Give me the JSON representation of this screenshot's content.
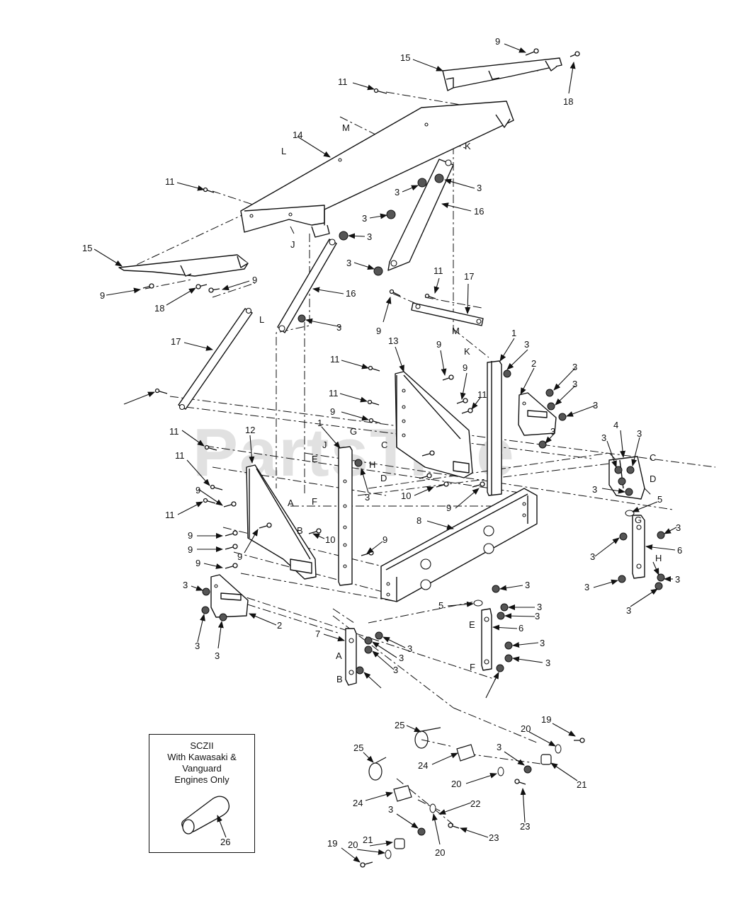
{
  "watermark": "PartsTree",
  "inset": {
    "caption_lines": [
      "SCZII",
      "With Kawasaki &",
      "Vanguard",
      "Engines Only"
    ],
    "part_number": "26"
  },
  "callouts": [
    {
      "id": "c1",
      "text": "9"
    },
    {
      "id": "c2",
      "text": "15"
    },
    {
      "id": "c3",
      "text": "18"
    },
    {
      "id": "c4",
      "text": "11"
    },
    {
      "id": "c5",
      "text": "M"
    },
    {
      "id": "c6",
      "text": "14"
    },
    {
      "id": "c7",
      "text": "L"
    },
    {
      "id": "c8",
      "text": "K"
    },
    {
      "id": "c9",
      "text": "11"
    },
    {
      "id": "c10",
      "text": "3"
    },
    {
      "id": "c11",
      "text": "3"
    },
    {
      "id": "c12",
      "text": "16"
    },
    {
      "id": "c13",
      "text": "3"
    },
    {
      "id": "c14",
      "text": "J"
    },
    {
      "id": "c15",
      "text": "3"
    },
    {
      "id": "c16",
      "text": "15"
    },
    {
      "id": "c17",
      "text": "3"
    },
    {
      "id": "c18",
      "text": "9"
    },
    {
      "id": "c19",
      "text": "18"
    },
    {
      "id": "c20",
      "text": "9"
    },
    {
      "id": "c21",
      "text": "16"
    },
    {
      "id": "c22",
      "text": "11"
    },
    {
      "id": "c23",
      "text": "17"
    },
    {
      "id": "c24",
      "text": "L"
    },
    {
      "id": "c25",
      "text": "3"
    },
    {
      "id": "c26",
      "text": "9"
    },
    {
      "id": "c27",
      "text": "M"
    },
    {
      "id": "c28",
      "text": "17"
    },
    {
      "id": "c29",
      "text": "11"
    },
    {
      "id": "c30",
      "text": "13"
    },
    {
      "id": "c31",
      "text": "9"
    },
    {
      "id": "c32",
      "text": "K"
    },
    {
      "id": "c33",
      "text": "1"
    },
    {
      "id": "c34",
      "text": "3"
    },
    {
      "id": "c35",
      "text": "2"
    },
    {
      "id": "c36",
      "text": "3"
    },
    {
      "id": "c37",
      "text": "3"
    },
    {
      "id": "c38",
      "text": "3"
    },
    {
      "id": "c39",
      "text": "11"
    },
    {
      "id": "c40",
      "text": "9"
    },
    {
      "id": "c41",
      "text": "9"
    },
    {
      "id": "c42",
      "text": "11"
    },
    {
      "id": "c43",
      "text": "G"
    },
    {
      "id": "c44",
      "text": "11"
    },
    {
      "id": "c45",
      "text": "1"
    },
    {
      "id": "c46",
      "text": "12"
    },
    {
      "id": "c47",
      "text": "C"
    },
    {
      "id": "c48",
      "text": "J"
    },
    {
      "id": "c49",
      "text": "3"
    },
    {
      "id": "c50",
      "text": "11"
    },
    {
      "id": "c51",
      "text": "H"
    },
    {
      "id": "c52",
      "text": "E"
    },
    {
      "id": "c53",
      "text": "4"
    },
    {
      "id": "c54",
      "text": "3"
    },
    {
      "id": "c55",
      "text": "3"
    },
    {
      "id": "c56",
      "text": "C"
    },
    {
      "id": "c57",
      "text": "D"
    },
    {
      "id": "c58",
      "text": "D"
    },
    {
      "id": "c59",
      "text": "9"
    },
    {
      "id": "c60",
      "text": "3"
    },
    {
      "id": "c61",
      "text": "10"
    },
    {
      "id": "c62",
      "text": "3"
    },
    {
      "id": "c63",
      "text": "5"
    },
    {
      "id": "c64",
      "text": "11"
    },
    {
      "id": "c65",
      "text": "A"
    },
    {
      "id": "c66",
      "text": "F"
    },
    {
      "id": "c67",
      "text": "9"
    },
    {
      "id": "c68",
      "text": "G"
    },
    {
      "id": "c69",
      "text": "8"
    },
    {
      "id": "c70",
      "text": "3"
    },
    {
      "id": "c71",
      "text": "9"
    },
    {
      "id": "c72",
      "text": "B"
    },
    {
      "id": "c73",
      "text": "10"
    },
    {
      "id": "c74",
      "text": "6"
    },
    {
      "id": "c75",
      "text": "9"
    },
    {
      "id": "c76",
      "text": "9"
    },
    {
      "id": "c77",
      "text": "9"
    },
    {
      "id": "c78",
      "text": "3"
    },
    {
      "id": "c79",
      "text": "H"
    },
    {
      "id": "c80",
      "text": "3"
    },
    {
      "id": "c81",
      "text": "9"
    },
    {
      "id": "c82",
      "text": "3"
    },
    {
      "id": "c83",
      "text": "3"
    },
    {
      "id": "c84",
      "text": "3"
    },
    {
      "id": "c85",
      "text": "5"
    },
    {
      "id": "c86",
      "text": "3"
    },
    {
      "id": "c87",
      "text": "3"
    },
    {
      "id": "c88",
      "text": "E"
    },
    {
      "id": "c89",
      "text": "2"
    },
    {
      "id": "c90",
      "text": "6"
    },
    {
      "id": "c91",
      "text": "3"
    },
    {
      "id": "c92",
      "text": "3"
    },
    {
      "id": "c93",
      "text": "7"
    },
    {
      "id": "c94",
      "text": "3"
    },
    {
      "id": "c95",
      "text": "3"
    },
    {
      "id": "c96",
      "text": "A"
    },
    {
      "id": "c97",
      "text": "3"
    },
    {
      "id": "c98",
      "text": "3"
    },
    {
      "id": "c99",
      "text": "F"
    },
    {
      "id": "c100",
      "text": "B"
    },
    {
      "id": "c101",
      "text": "3"
    },
    {
      "id": "c102",
      "text": "3"
    },
    {
      "id": "c103",
      "text": "25"
    },
    {
      "id": "c104",
      "text": "19"
    },
    {
      "id": "c105",
      "text": "20"
    },
    {
      "id": "c106",
      "text": "25"
    },
    {
      "id": "c107",
      "text": "3"
    },
    {
      "id": "c108",
      "text": "24"
    },
    {
      "id": "c109",
      "text": "21"
    },
    {
      "id": "c110",
      "text": "20"
    },
    {
      "id": "c111",
      "text": "24"
    },
    {
      "id": "c112",
      "text": "22"
    },
    {
      "id": "c113",
      "text": "23"
    },
    {
      "id": "c114",
      "text": "3"
    },
    {
      "id": "c115",
      "text": "21"
    },
    {
      "id": "c116",
      "text": "20"
    },
    {
      "id": "c117",
      "text": "23"
    },
    {
      "id": "c118",
      "text": "19"
    },
    {
      "id": "c119",
      "text": "20"
    }
  ]
}
